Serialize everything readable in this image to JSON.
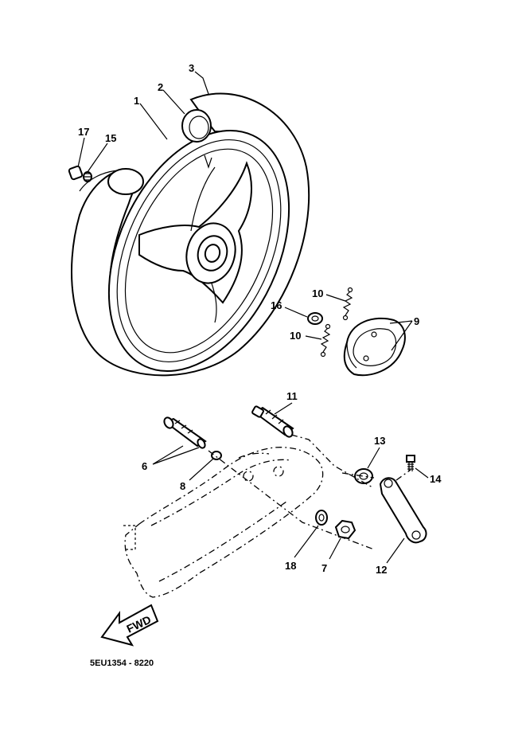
{
  "callouts": [
    {
      "id": "c1",
      "label": "1"
    },
    {
      "id": "c2",
      "label": "2"
    },
    {
      "id": "c3",
      "label": "3"
    },
    {
      "id": "c6",
      "label": "6"
    },
    {
      "id": "c7",
      "label": "7"
    },
    {
      "id": "c8",
      "label": "8"
    },
    {
      "id": "c9",
      "label": "9"
    },
    {
      "id": "c10a",
      "label": "10"
    },
    {
      "id": "c10b",
      "label": "10"
    },
    {
      "id": "c11",
      "label": "11"
    },
    {
      "id": "c12",
      "label": "12"
    },
    {
      "id": "c13",
      "label": "13"
    },
    {
      "id": "c14",
      "label": "14"
    },
    {
      "id": "c15",
      "label": "15"
    },
    {
      "id": "c16",
      "label": "16"
    },
    {
      "id": "c17",
      "label": "17"
    },
    {
      "id": "c18",
      "label": "18"
    }
  ],
  "fwd_label": "FWD",
  "drawing_code": "5EU1354 - 8220"
}
